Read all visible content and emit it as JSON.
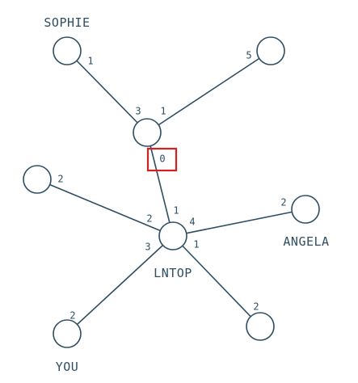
{
  "colors": {
    "ink": "#2f4e62",
    "highlight": "#d42020",
    "background": "#ffffff"
  },
  "nodes": [
    {
      "id": "sophie",
      "name": "SOPHIE"
    },
    {
      "id": "top-right",
      "name": ""
    },
    {
      "id": "hub-upper",
      "name": ""
    },
    {
      "id": "left",
      "name": ""
    },
    {
      "id": "lntop",
      "name": "LNTOP"
    },
    {
      "id": "angela",
      "name": "ANGELA"
    },
    {
      "id": "you",
      "name": "YOU"
    },
    {
      "id": "bottom-right",
      "name": ""
    }
  ],
  "edges": [
    {
      "from": "sophie",
      "to": "hub-upper",
      "from_value": "1",
      "to_value": "3"
    },
    {
      "from": "top-right",
      "to": "hub-upper",
      "from_value": "5",
      "to_value": "1"
    },
    {
      "from": "hub-upper",
      "to": "lntop",
      "from_value": "0",
      "to_value": "1"
    },
    {
      "from": "left",
      "to": "lntop",
      "from_value": "2",
      "to_value": "2"
    },
    {
      "from": "angela",
      "to": "lntop",
      "from_value": "2",
      "to_value": "4"
    },
    {
      "from": "you",
      "to": "lntop",
      "from_value": "2",
      "to_value": "3"
    },
    {
      "from": "bottom-right",
      "to": "lntop",
      "from_value": "2",
      "to_value": "1"
    }
  ],
  "highlighted_value": "0"
}
